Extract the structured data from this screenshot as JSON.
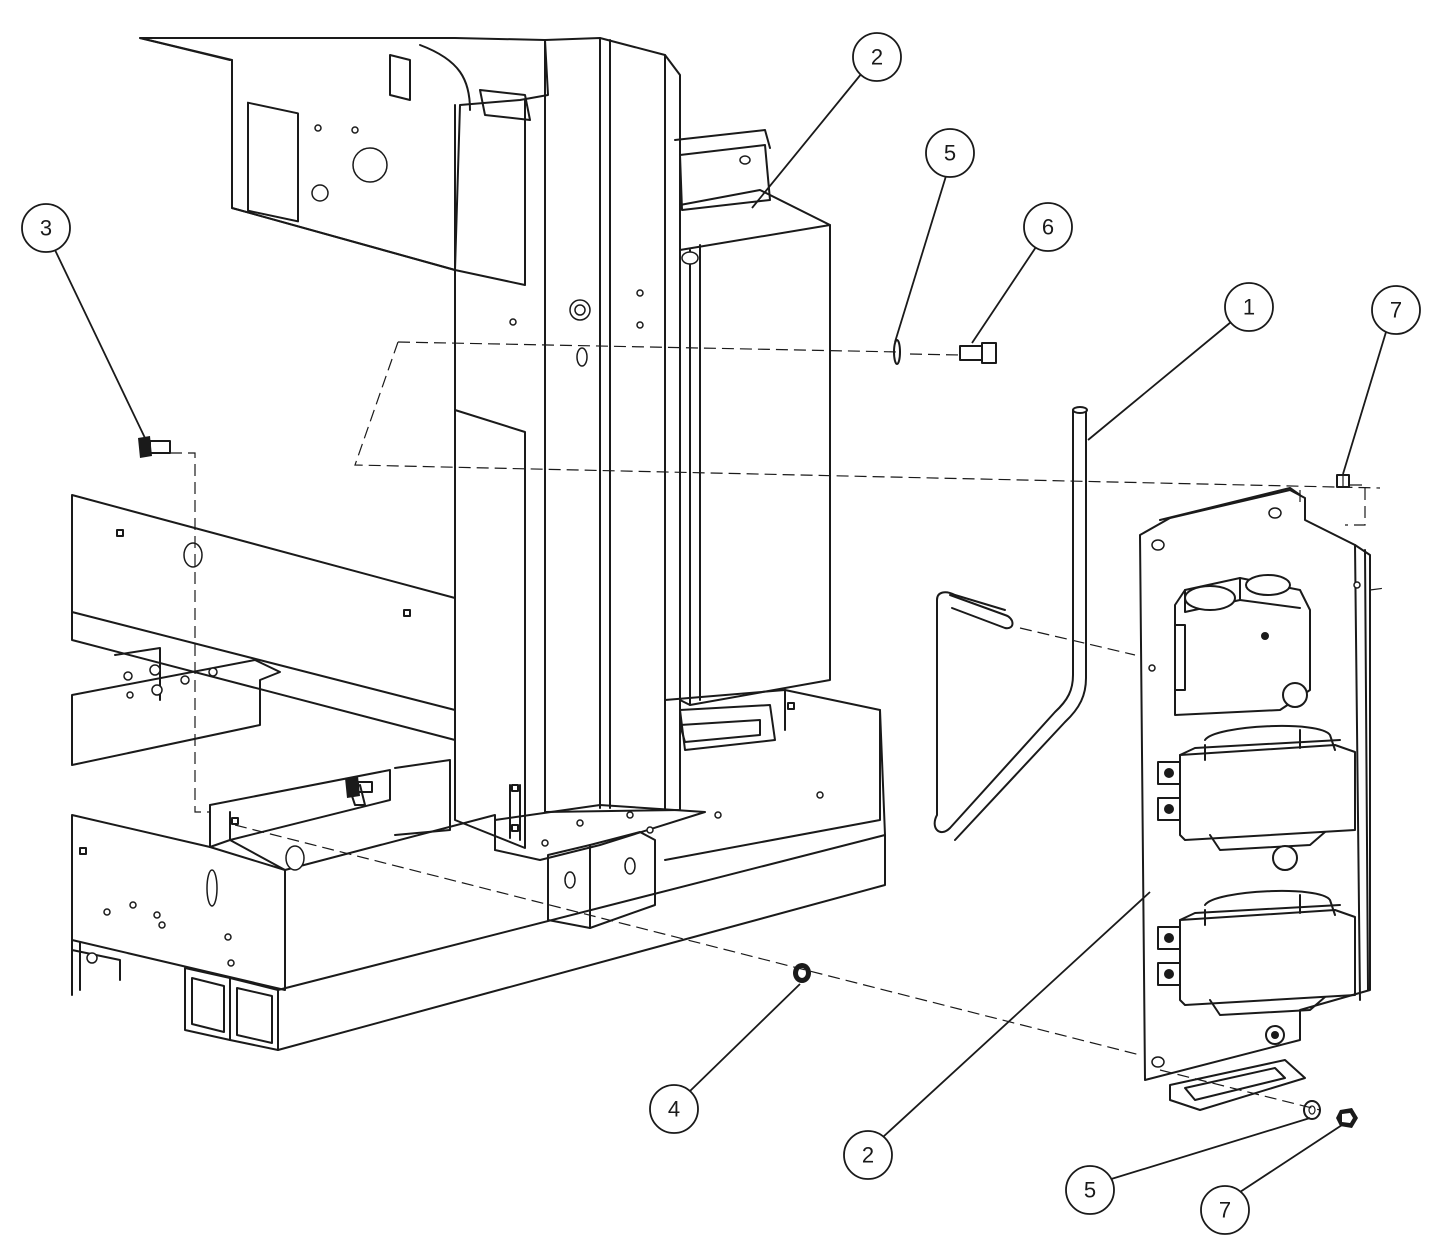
{
  "callouts": [
    {
      "id": "callout-2-top",
      "label": "2"
    },
    {
      "id": "callout-5-top",
      "label": "5"
    },
    {
      "id": "callout-6",
      "label": "6"
    },
    {
      "id": "callout-3",
      "label": "3"
    },
    {
      "id": "callout-1",
      "label": "1"
    },
    {
      "id": "callout-7-top",
      "label": "7"
    },
    {
      "id": "callout-4",
      "label": "4"
    },
    {
      "id": "callout-2-bottom",
      "label": "2"
    },
    {
      "id": "callout-5-bottom",
      "label": "5"
    },
    {
      "id": "callout-7-bottom",
      "label": "7"
    }
  ],
  "colors": {
    "line": "#1a1a1a",
    "background": "#ffffff"
  }
}
